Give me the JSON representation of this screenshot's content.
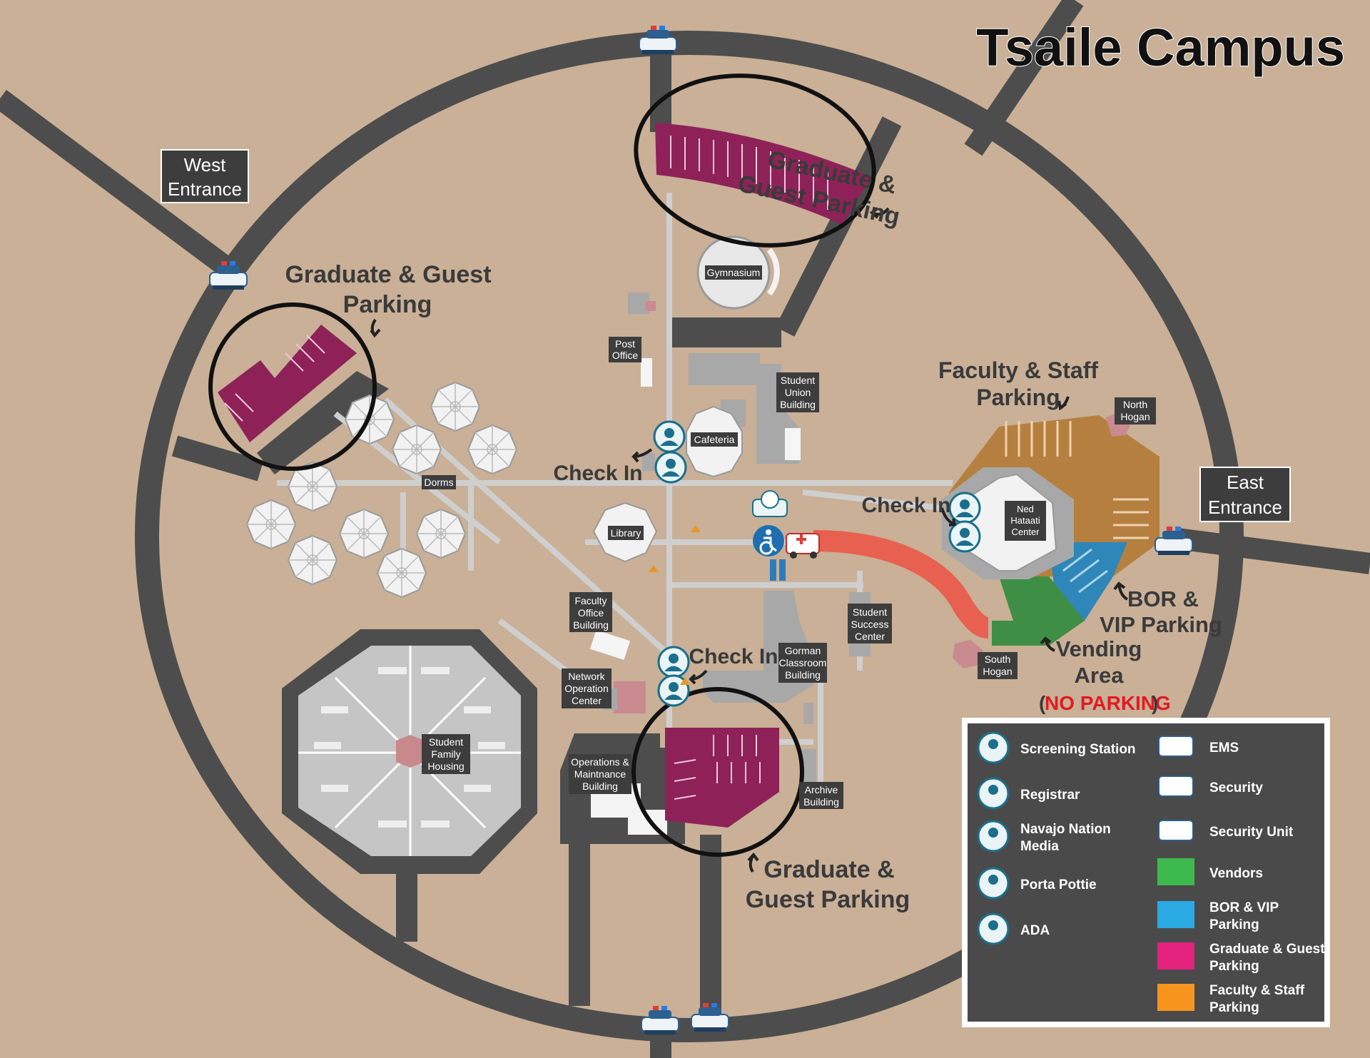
{
  "title": "Tsaile Campus",
  "entrances": {
    "west": [
      "West",
      "Entrance"
    ],
    "east": [
      "East",
      "Entrance"
    ]
  },
  "parking_labels": {
    "north": [
      "Graduate &",
      "Guest Parking"
    ],
    "west": [
      "Graduate & Guest",
      "Parking"
    ],
    "south": [
      "Graduate &",
      "Guest Parking"
    ],
    "faculty": [
      "Faculty & Staff",
      "Parking"
    ],
    "bor": [
      "BOR &",
      "VIP Parking"
    ]
  },
  "vending": {
    "line1": "Vending",
    "line2": "Area",
    "no_parking": "NO PARKING"
  },
  "check_in": [
    "Check In",
    "Check In",
    "Check In"
  ],
  "buildings": {
    "gymnasium": "Gymnasium",
    "post_office": [
      "Post",
      "Office"
    ],
    "student_union": [
      "Student",
      "Union",
      "Building"
    ],
    "cafeteria": "Cafeteria",
    "dorms": "Dorms",
    "library": "Library",
    "ned_hatathli": [
      "Ned",
      "Hataati",
      "Center"
    ],
    "north_hogan": [
      "North",
      "Hogan"
    ],
    "south_hogan": [
      "South",
      "Hogan"
    ],
    "faculty_office": [
      "Faculty",
      "Office",
      "Building"
    ],
    "student_success": [
      "Student",
      "Success",
      "Center"
    ],
    "gorman": [
      "Gorman",
      "Classroom",
      "Building"
    ],
    "network_operation": [
      "Network",
      "Operation",
      "Center"
    ],
    "student_family_housing": [
      "Student",
      "Family",
      "Housing"
    ],
    "operations_maintenance": [
      "Operations &",
      "Maintnance",
      "Building"
    ],
    "archive": [
      "Archive",
      "Building"
    ]
  },
  "legend": {
    "left": [
      {
        "label": [
          "Screening Station"
        ],
        "icon": "screening-station-icon"
      },
      {
        "label": [
          "Registrar"
        ],
        "icon": "registrar-icon"
      },
      {
        "label": [
          "Navajo Nation",
          "Media"
        ],
        "icon": "navajo-nation-media-icon"
      },
      {
        "label": [
          "Porta Pottie"
        ],
        "icon": "porta-pottie-icon"
      },
      {
        "label": [
          "ADA"
        ],
        "icon": "ada-icon"
      }
    ],
    "right": [
      {
        "label": [
          "EMS"
        ],
        "icon": "ems-icon"
      },
      {
        "label": [
          "Security"
        ],
        "icon": "security-icon"
      },
      {
        "label": [
          "Security Unit"
        ],
        "icon": "security-unit-icon"
      },
      {
        "label": [
          "Vendors"
        ],
        "color": "#3dba4e"
      },
      {
        "label": [
          "BOR & VIP",
          "Parking"
        ],
        "color": "#2aaae2"
      },
      {
        "label": [
          "Graduate & Guest",
          "Parking"
        ],
        "color": "#e2227c"
      },
      {
        "label": [
          "Faculty & Staff",
          "Parking"
        ],
        "color": "#f7941d"
      }
    ]
  },
  "colors": {
    "ground": "#c9b097",
    "road": "#4d4d4d",
    "path": "#cfcfcf",
    "guest_parking": "#8e2258",
    "faculty_parking": "#b5803f",
    "bor_parking": "#2f86b8",
    "vendors": "#3e8f45",
    "ems_route": "#e8604f",
    "ring": "#111111"
  }
}
